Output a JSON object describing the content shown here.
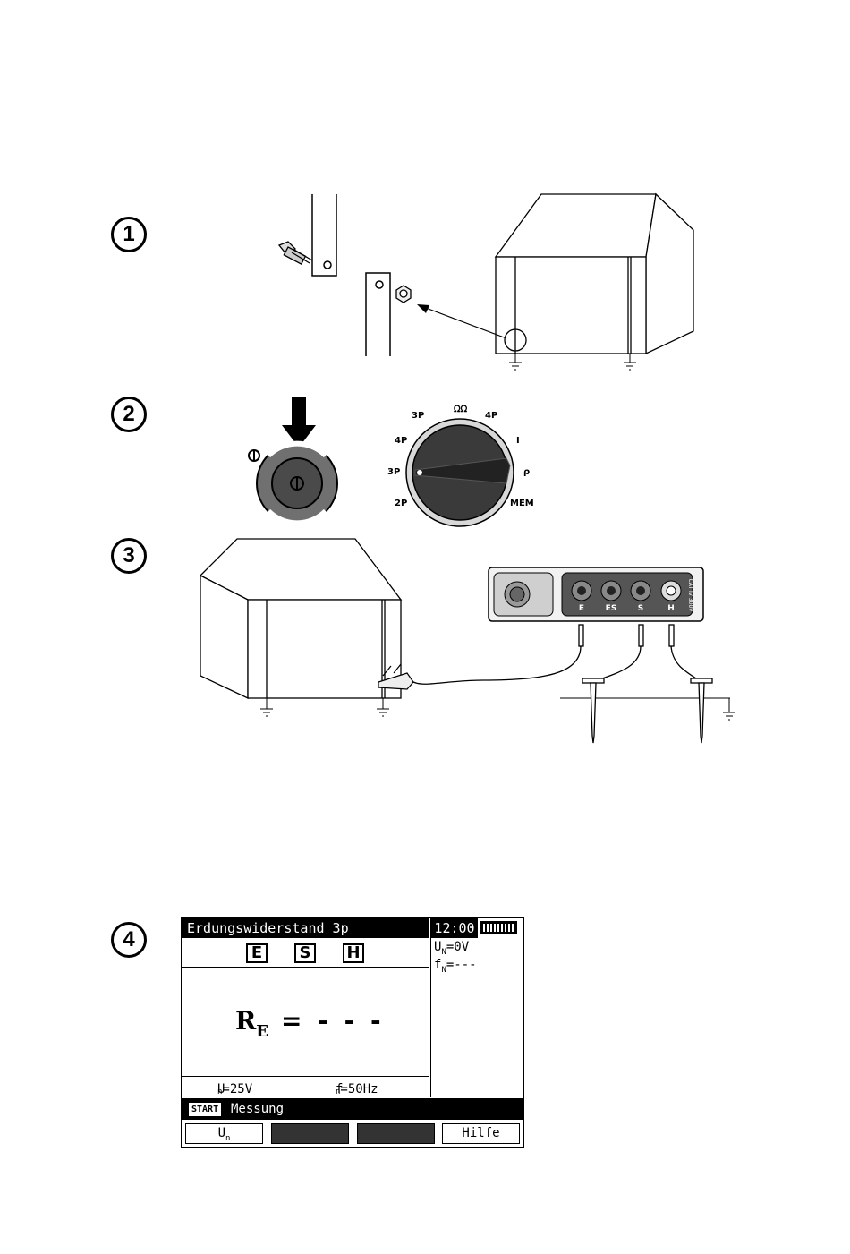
{
  "steps": [
    "1",
    "2",
    "3",
    "4"
  ],
  "icons": {
    "step1": "grounding-connection-icon",
    "step2": "power-button-and-rotary-switch-icon",
    "step3": "earth-resistance-test-setup-icon"
  },
  "switch": {
    "power_symbol": "⏻",
    "labels": [
      "3P",
      "4P",
      "4P",
      "I",
      "ρ",
      "MEM",
      "2P",
      "3P"
    ]
  },
  "meter": {
    "sockets": [
      "E",
      "ES",
      "S",
      "H"
    ],
    "cat_label": "CAT IV 300V"
  },
  "screen": {
    "title": "Erdungswiderstand 3p",
    "time": "12:00",
    "terminals": [
      "E",
      "S",
      "H"
    ],
    "un_reading": "U",
    "un_reading_sub": "N",
    "un_reading_val": "=0V",
    "fn_reading": "f",
    "fn_reading_sub": "N",
    "fn_reading_val": "=---",
    "result_symbol": "R",
    "result_sub": "E",
    "result_value": "= - - -",
    "param_un": "U",
    "param_un_sub": "n",
    "param_un_val": "=25V",
    "param_fn": "f",
    "param_fn_sub": "n",
    "param_fn_val": "=50Hz",
    "start_badge": "START",
    "message": "Messung",
    "fkey1": "U",
    "fkey1_sub": "n",
    "fkey4": "Hilfe"
  }
}
